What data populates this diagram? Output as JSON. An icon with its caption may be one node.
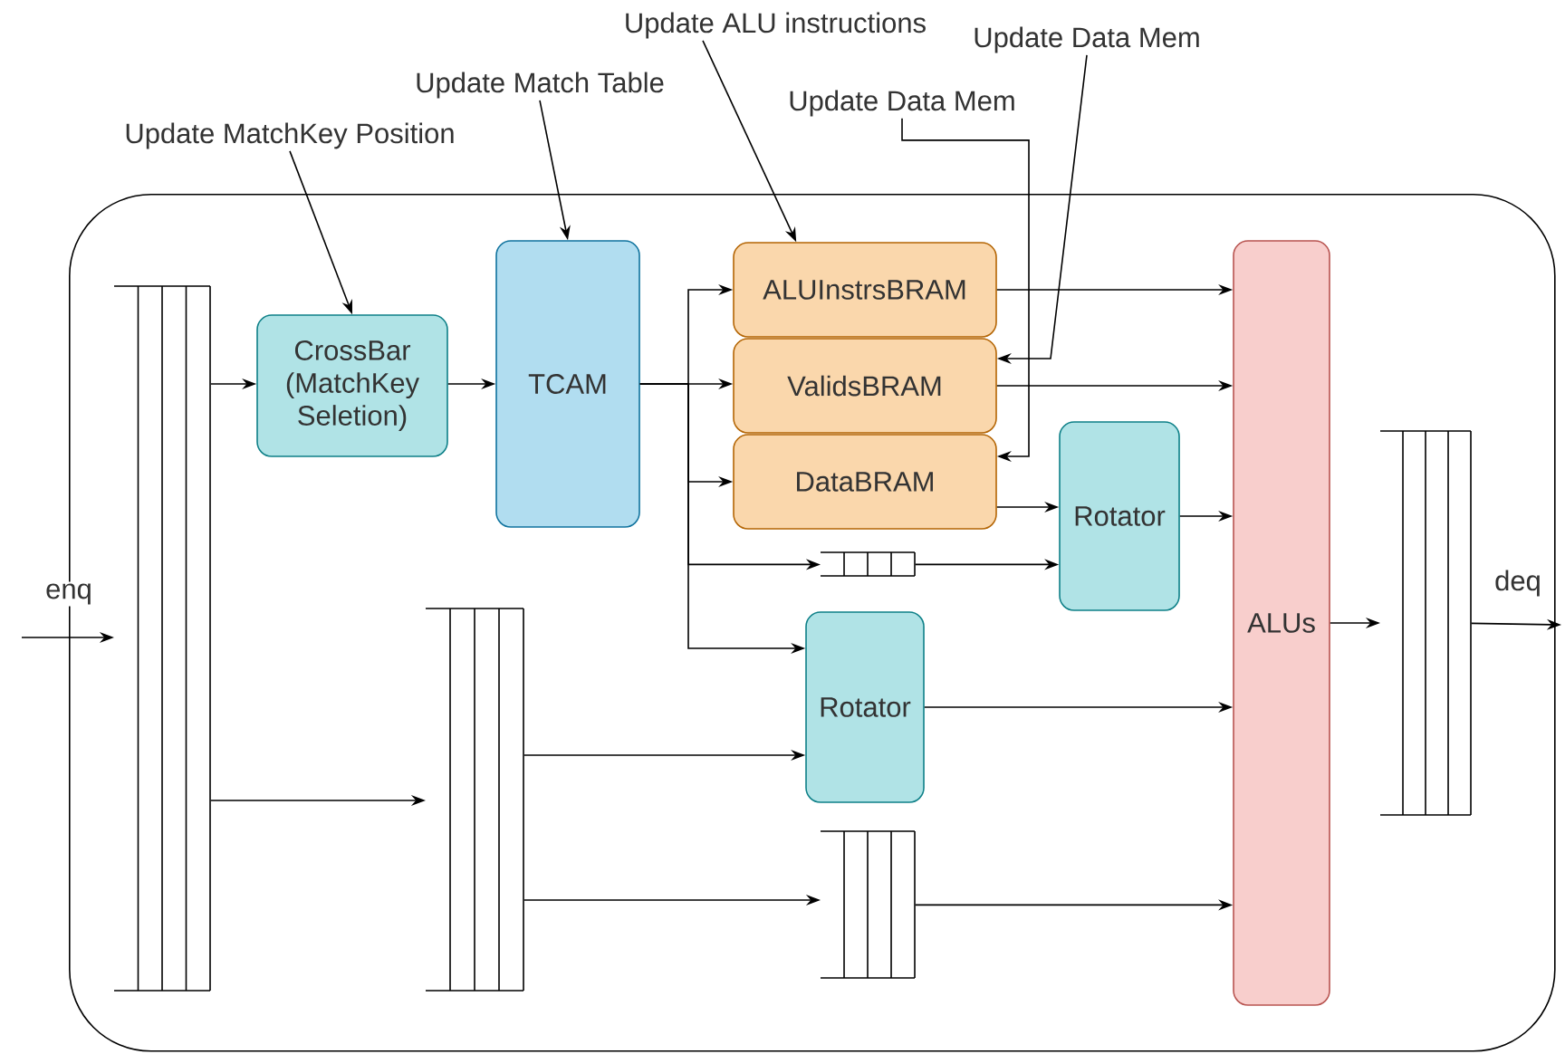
{
  "diagram": {
    "nodes": [
      {
        "text": [],
        "shape": "box"
      },
      {
        "text": [
          "Update MatchKey Position"
        ]
      },
      {
        "text": [
          "Update Match Table"
        ]
      },
      {
        "text": [
          "Update ALU instructions"
        ]
      },
      {
        "text": [
          "Update Data Mem"
        ]
      },
      {
        "text": [
          "Update Data Mem"
        ]
      },
      {
        "text": [],
        "shape": "bar",
        "in": 0
      },
      {
        "text": [
          "CrossBar (MatchKey Seletion)"
        ],
        "in": 0
      },
      {
        "text": [
          "TCAM"
        ],
        "in": 0
      },
      {
        "text": [
          "ALUInstrsBRAM"
        ],
        "in": 0
      },
      {
        "text": [
          "ValidsBRAM"
        ],
        "in": 0
      },
      {
        "text": [
          "DataBRAM"
        ],
        "in": 0
      },
      {
        "text": [],
        "shape": "bar",
        "in": 0
      },
      {
        "text": [
          "Rotator"
        ],
        "in": 0
      },
      {
        "text": [
          "Rotator"
        ],
        "in": 0
      },
      {
        "text": [],
        "shape": "bar",
        "in": 0
      },
      {
        "text": [],
        "shape": "bar",
        "in": 0
      },
      {
        "text": [
          "ALUs"
        ],
        "in": 0
      },
      {
        "text": [],
        "shape": "bar",
        "in": 0
      }
    ],
    "edges": [
      {
        "from": 1,
        "to": 7,
        "arrow": "to"
      },
      {
        "from": 2,
        "to": 8,
        "arrow": "to"
      },
      {
        "from": 3,
        "to": 9,
        "arrow": "to"
      },
      {
        "from": 4,
        "to": 10,
        "arrow": "to"
      },
      {
        "from": 5,
        "to": 11,
        "arrow": "to"
      },
      {
        "from": null,
        "to": 6,
        "arrow": "to",
        "label": "enq"
      },
      {
        "from": 6,
        "to": 7,
        "arrow": "to"
      },
      {
        "from": 7,
        "to": 8,
        "arrow": "to"
      },
      {
        "from": 8,
        "to": 9,
        "arrow": "to"
      },
      {
        "from": 8,
        "to": 10,
        "arrow": "to"
      },
      {
        "from": 8,
        "to": 11,
        "arrow": "to"
      },
      {
        "from": 8,
        "to": 12,
        "arrow": "to"
      },
      {
        "from": 8,
        "to": 14,
        "arrow": "to"
      },
      {
        "from": 9,
        "to": 17,
        "arrow": "to"
      },
      {
        "from": 10,
        "to": 17,
        "arrow": "to"
      },
      {
        "from": 11,
        "to": 13,
        "arrow": "to"
      },
      {
        "from": 12,
        "to": 13,
        "arrow": "to"
      },
      {
        "from": 13,
        "to": 17,
        "arrow": "to"
      },
      {
        "from": 6,
        "to": 15,
        "arrow": "to"
      },
      {
        "from": 15,
        "to": 14,
        "arrow": "to"
      },
      {
        "from": 15,
        "to": 16,
        "arrow": "to"
      },
      {
        "from": 14,
        "to": 17,
        "arrow": "to"
      },
      {
        "from": 16,
        "to": 17,
        "arrow": "to"
      },
      {
        "from": 17,
        "to": 18,
        "arrow": "to"
      },
      {
        "from": 18,
        "to": null,
        "arrow": "to",
        "label": "deq"
      }
    ]
  }
}
